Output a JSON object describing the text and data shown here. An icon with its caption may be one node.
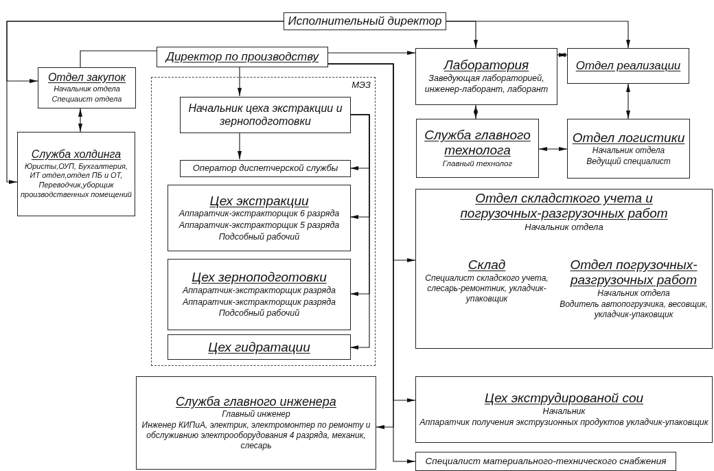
{
  "diagram": {
    "nodes": [
      {
        "text": [
          "Исполнительный директор"
        ]
      },
      {
        "text": [
          "Директор по производству"
        ]
      },
      {
        "text": [
          "Отдел закупок",
          "Начальник отдела",
          "Специаист отдела"
        ]
      },
      {
        "text": [
          "Служба холдинга",
          "Юристы,ОУП, Бухгалтерия, ИТ отдел,отдел ПБ и ОТ, Переводчик,уборщик производственных помещений"
        ]
      },
      {
        "text": [
          "МЭЗ"
        ]
      },
      {
        "text": [
          "Начальник цеха экстракции и зерноподготовки"
        ],
        "in": 4
      },
      {
        "text": [
          "Оператор диспетчерской службы"
        ],
        "in": 4
      },
      {
        "text": [
          "Цех экстракции",
          "Аппаратчик-экстракторщик 6 разряда",
          "Аппаратчик-экстракторщик 5 разряда",
          "Подсобный рабочий"
        ],
        "in": 4
      },
      {
        "text": [
          "Цех зерноподготовки",
          "Аппаратчик-экстракторщик разряда",
          "Аппаратчик-экстракторщик разряда",
          "Подсобный рабочий"
        ],
        "in": 4
      },
      {
        "text": [
          "Цех гидратации"
        ],
        "in": 4
      },
      {
        "text": [
          "Лаборатория",
          "Заведующая лабораторией, инженер-лаборант, лаборант"
        ]
      },
      {
        "text": [
          "Отдел реализации"
        ]
      },
      {
        "text": [
          "Служба главного технолога",
          "Главный технолог"
        ]
      },
      {
        "text": [
          "Отдел логистики",
          "Начальник отдела",
          "Ведущий специалист"
        ]
      },
      {
        "text": [
          "Отдел складсткого учета и погрузочных-разгрузочных работ",
          "Начальник отдела"
        ]
      },
      {
        "text": [
          "Склад",
          "Специалист складского учета, слесарь-ремонтник, укладчик-упаковщик"
        ],
        "in": 14
      },
      {
        "text": [
          "Отдел погрузочных-разгрузочных работ",
          "Начальник отдела",
          "Водитель автопогрузчика, весовщик, укладчик-упаковщик"
        ],
        "in": 14
      },
      {
        "text": [
          "Служба главного инженера",
          "Главный инженер",
          "Инженер КИПиА, электрик, электромонтер по ремонту и обслуживнию электрооборудования 4 разряда, механик, слесарь"
        ]
      },
      {
        "text": [
          "Цех экструдированой сои",
          "Начальник",
          "Аппаратчик получения экструзионных продуктов укладчик-упаковщик"
        ]
      },
      {
        "text": [
          "Специалист материального-технического снабжения"
        ]
      }
    ],
    "edges": [
      {
        "from": 0,
        "to": 2,
        "arrow": "to"
      },
      {
        "from": 0,
        "to": 3,
        "arrow": "to"
      },
      {
        "from": 0,
        "to": 10,
        "arrow": "to"
      },
      {
        "from": 0,
        "to": 11,
        "arrow": "to"
      },
      {
        "from": 1,
        "to": 2,
        "arrow": "none"
      },
      {
        "from": 1,
        "to": 10,
        "arrow": "to"
      },
      {
        "from": 1,
        "to": 5,
        "arrow": "to"
      },
      {
        "from": 1,
        "to": 14,
        "arrow": "to"
      },
      {
        "from": 1,
        "to": 18,
        "arrow": "to"
      },
      {
        "from": 1,
        "to": 17,
        "arrow": "to"
      },
      {
        "from": 1,
        "to": 19,
        "arrow": "to"
      },
      {
        "from": 2,
        "to": 3,
        "arrow": "both"
      },
      {
        "from": 5,
        "to": 6,
        "arrow": "to"
      },
      {
        "from": 5,
        "to": 6,
        "arrow": "to"
      },
      {
        "from": 5,
        "to": 7,
        "arrow": "to"
      },
      {
        "from": 5,
        "to": 8,
        "arrow": "to"
      },
      {
        "from": 5,
        "to": 9,
        "arrow": "to"
      },
      {
        "from": 10,
        "to": 11,
        "arrow": "both"
      },
      {
        "from": 10,
        "to": 12,
        "arrow": "both"
      },
      {
        "from": 11,
        "to": 13,
        "arrow": "both"
      },
      {
        "from": 12,
        "to": 13,
        "arrow": "both"
      }
    ]
  }
}
